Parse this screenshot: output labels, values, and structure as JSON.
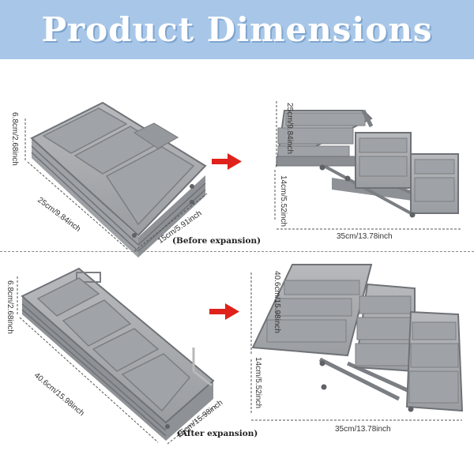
{
  "banner": {
    "title": "Product Dimensions"
  },
  "colors": {
    "banner_bg": "#a8c7e8",
    "tray": "#a9abae",
    "tray_dark": "#7f8286",
    "arrow": "#e0221c"
  },
  "before": {
    "height_label": "6.8cm/2.68inch",
    "length_label": "25cm/9.84inch",
    "width_label": "15cm/5.91inch",
    "caption": "(Before expansion)",
    "open_depth_label": "25cm/9.84inch",
    "open_height_label": "14cm/5.52inch",
    "open_width_label": "35cm/13.78inch"
  },
  "after": {
    "height_label": "6.8cm/2.68inch",
    "length_label": "40.6cm/15.98inch",
    "width_label": "15cm/15.98inch",
    "caption": "(After expansion)",
    "open_depth_label": "40.6cm/15.98inch",
    "open_height_label": "14cm/5.52inch",
    "open_width_label": "35cm/13.78inch"
  },
  "icons": [
    "arrow-right-icon",
    "arrow-right-icon"
  ]
}
